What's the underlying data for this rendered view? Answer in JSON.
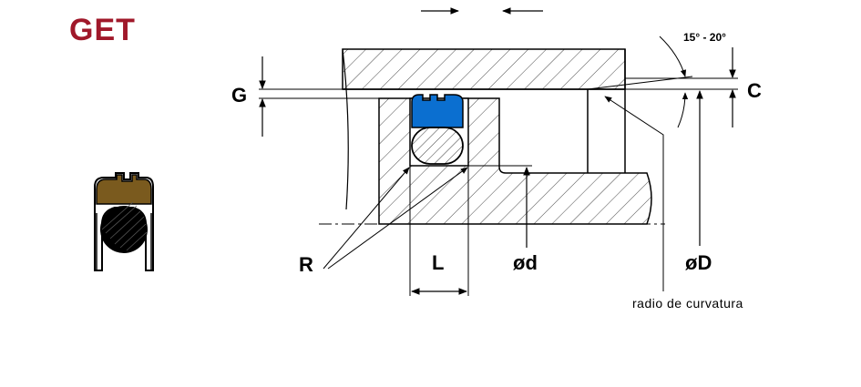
{
  "title": "GET",
  "labels": {
    "g": "G",
    "c": "C",
    "r": "R",
    "l": "L",
    "d_small": "ød",
    "d_large": "øD",
    "angle": "15° - 20°",
    "note": "radio de curvatura"
  },
  "colors": {
    "title": "#a0182a",
    "seal_cap": "#0b6fd0",
    "seal_brown": "#7a5a1e",
    "oring": "#000000"
  }
}
